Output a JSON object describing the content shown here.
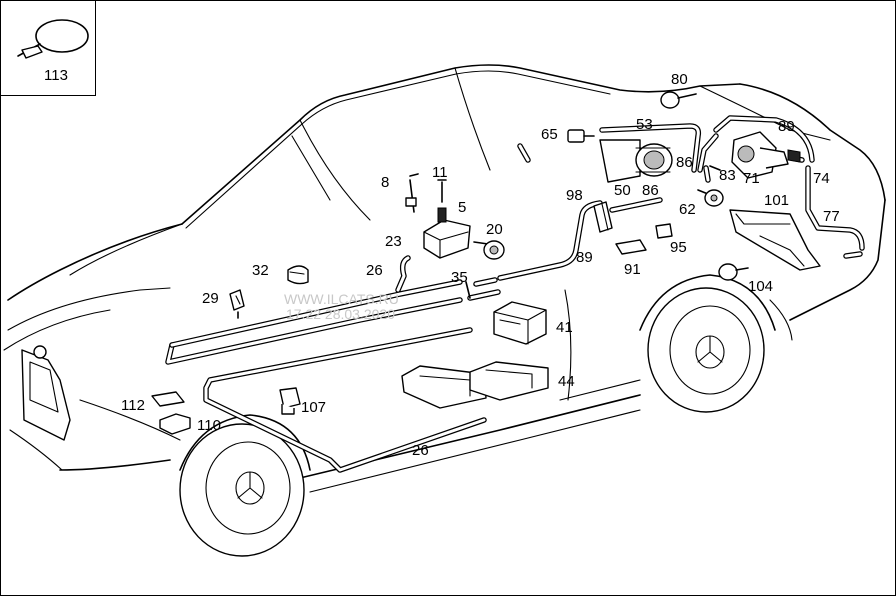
{
  "callouts": {
    "c113": "113",
    "c80": "80",
    "c53": "53",
    "c65": "65",
    "c89a": "89",
    "c86a": "86",
    "c86b": "86",
    "c50": "50",
    "c83": "83",
    "c71": "71",
    "c74": "74",
    "c8": "8",
    "c11": "11",
    "c5": "5",
    "c20": "20",
    "c98": "98",
    "c62": "62",
    "c101": "101",
    "c77": "77",
    "c23": "23",
    "c26a": "26",
    "c32": "32",
    "c89b": "89",
    "c91": "91",
    "c95": "95",
    "c35": "35",
    "c104": "104",
    "c29": "29",
    "c41": "41",
    "c44": "44",
    "c112": "112",
    "c107": "107",
    "c110": "110",
    "c26b": "26"
  },
  "watermark": {
    "line1": "WWW.ILCATS.RU",
    "line2": "17.22 28.03.2020"
  }
}
